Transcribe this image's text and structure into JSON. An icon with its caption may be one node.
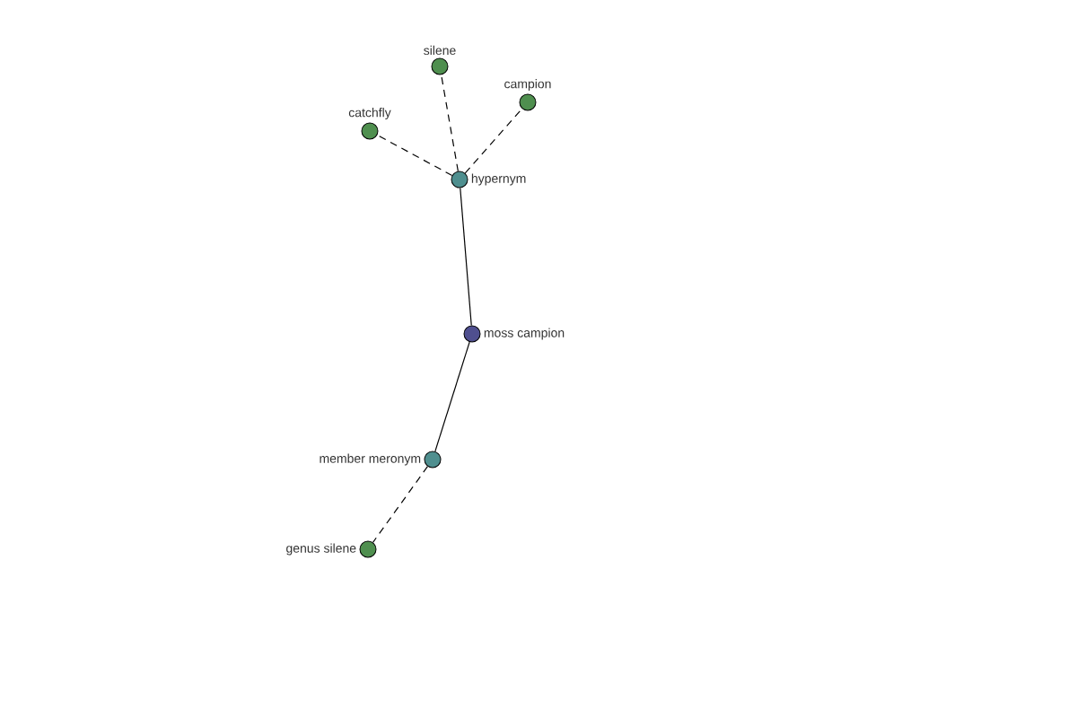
{
  "diagram": {
    "nodes": [
      {
        "text": [
          "silene"
        ]
      },
      {
        "text": [
          "campion"
        ]
      },
      {
        "text": [
          "catchfly"
        ]
      },
      {
        "text": [
          "hypernym"
        ]
      },
      {
        "text": [
          "moss campion"
        ]
      },
      {
        "text": [
          "member meronym"
        ]
      },
      {
        "text": [
          "genus silene"
        ]
      }
    ],
    "edges": [
      {
        "from": 3,
        "to": 0,
        "arrow": "none",
        "style": "dashed"
      },
      {
        "from": 3,
        "to": 1,
        "arrow": "none",
        "style": "dashed"
      },
      {
        "from": 3,
        "to": 2,
        "arrow": "none",
        "style": "dashed"
      },
      {
        "from": 4,
        "to": 3,
        "arrow": "none"
      },
      {
        "from": 4,
        "to": 5,
        "arrow": "none"
      },
      {
        "from": 5,
        "to": 6,
        "arrow": "none",
        "style": "dashed"
      }
    ]
  }
}
